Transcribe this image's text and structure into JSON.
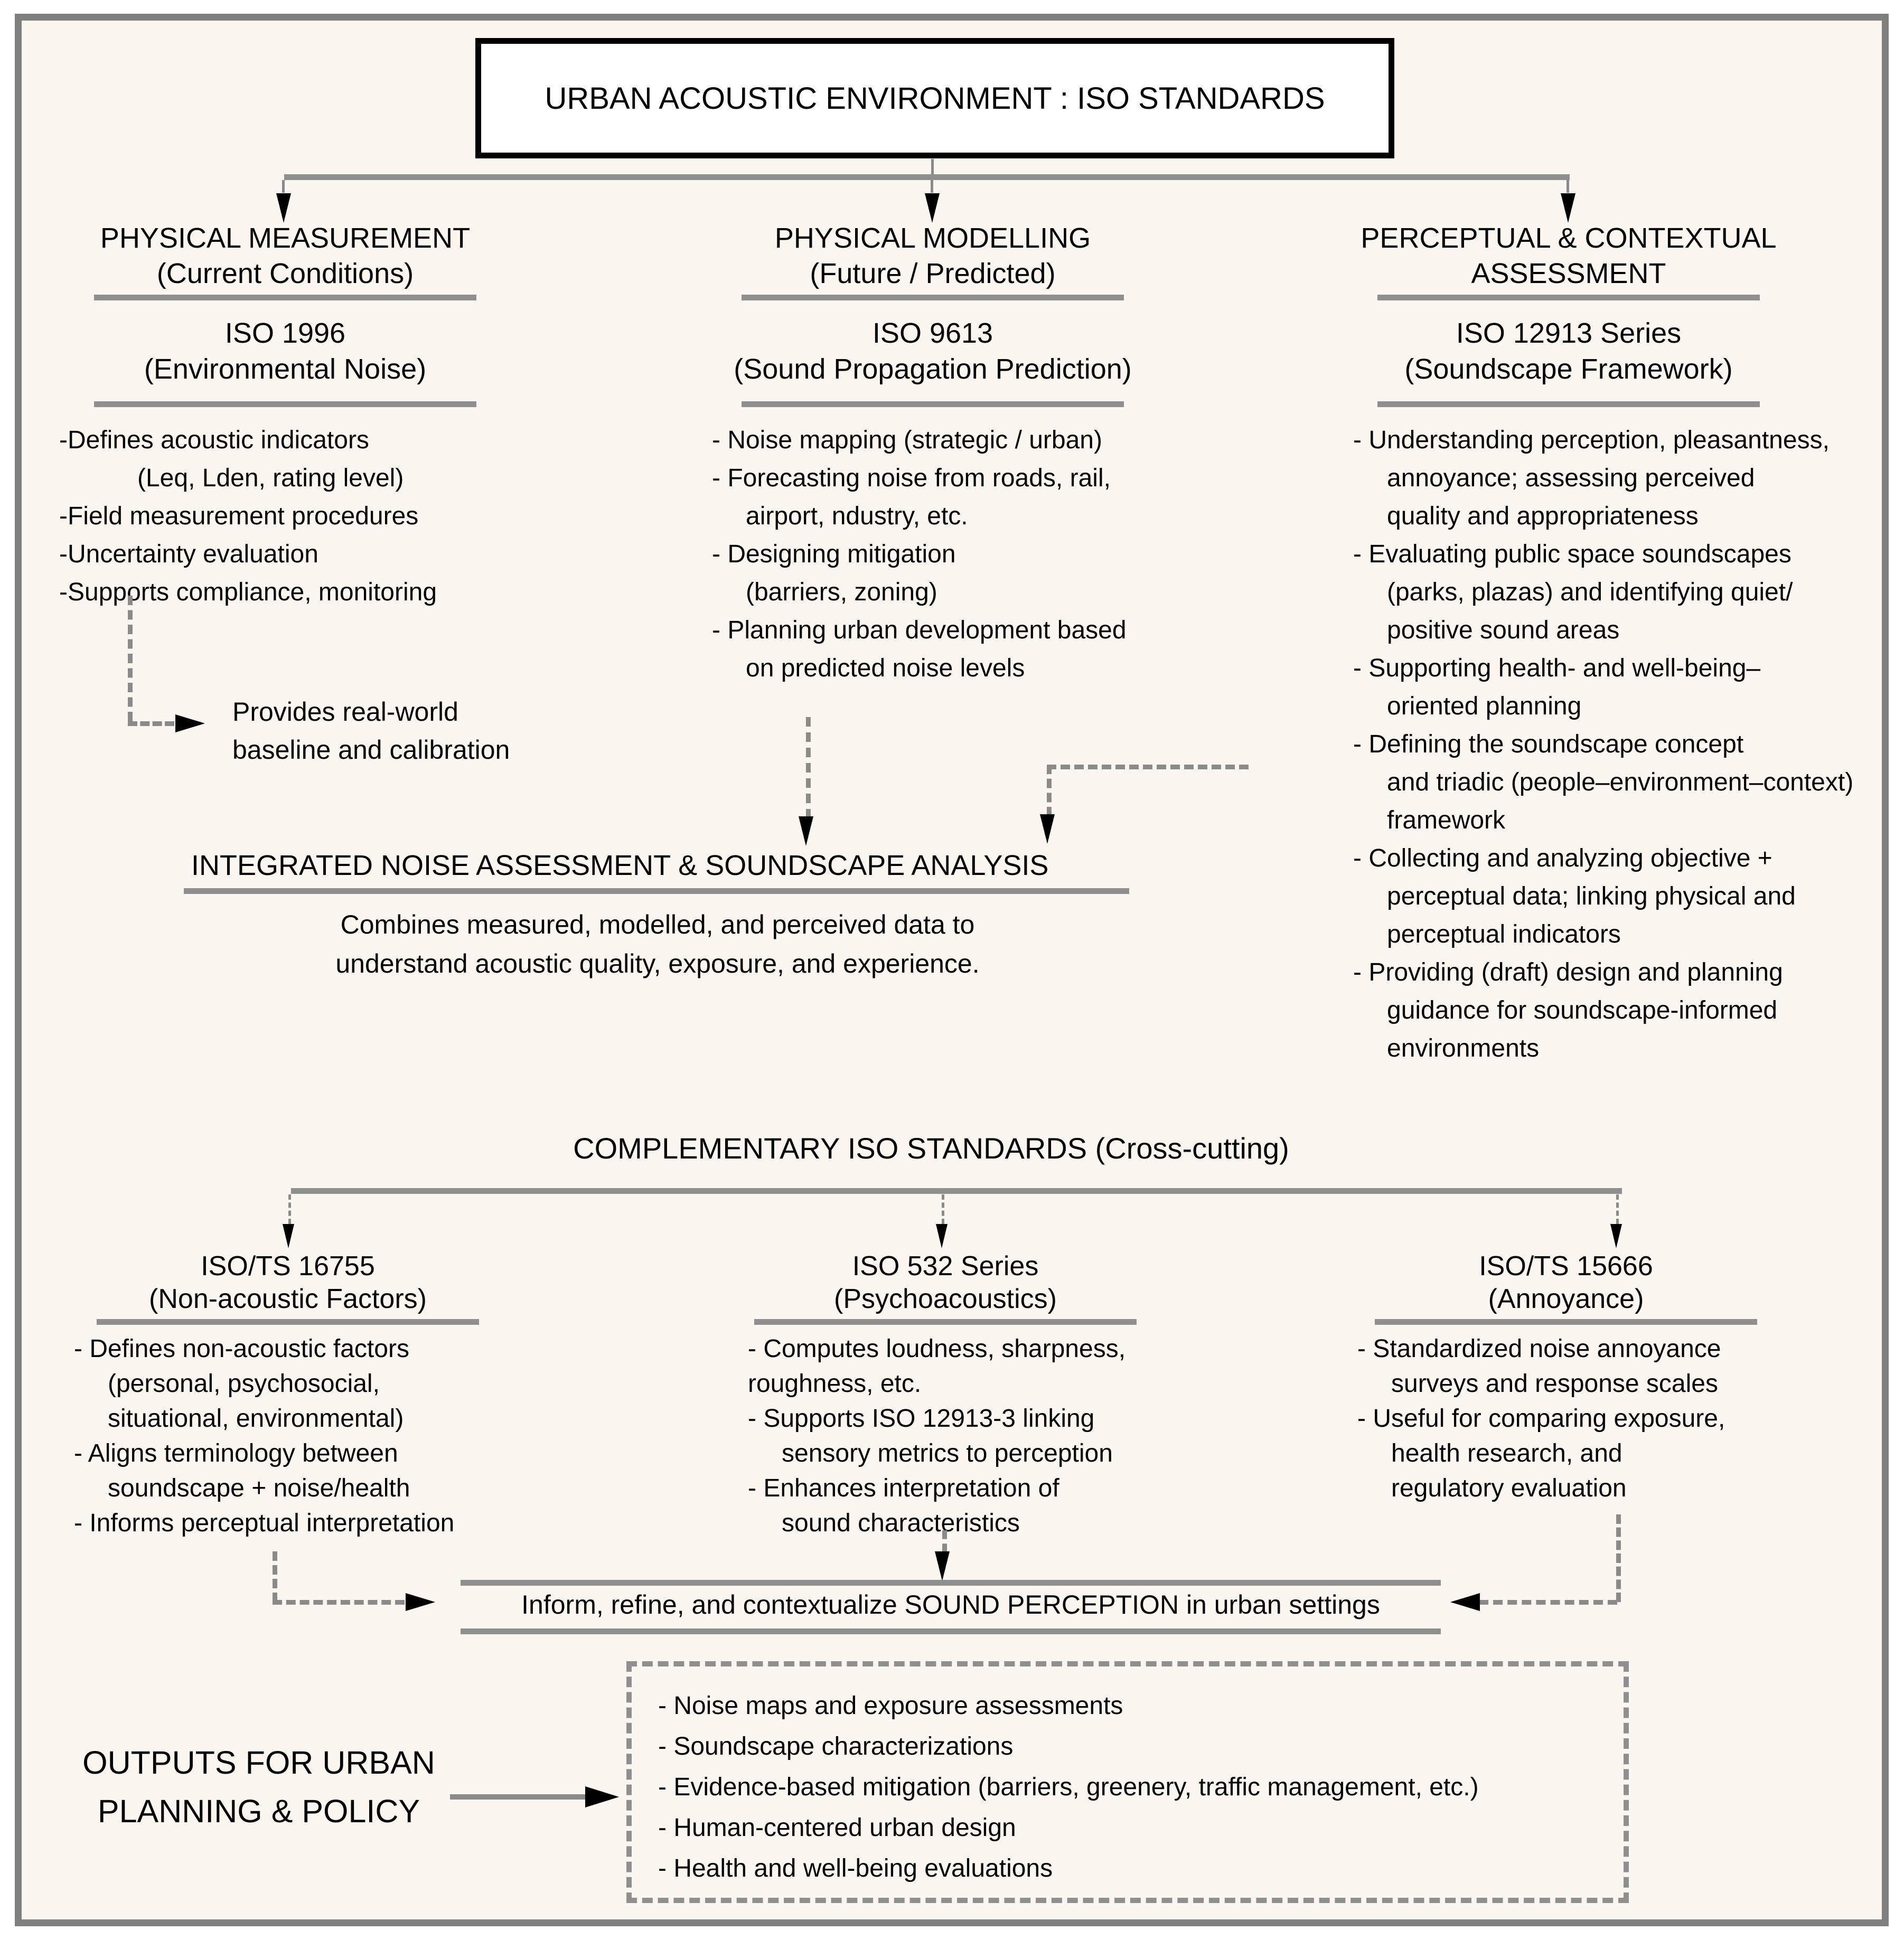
{
  "colors": {
    "background": "#fcf6f0",
    "frame": "#7f7f7f",
    "line_gray": "#8f8f8f",
    "dash_gray": "#8a8a8a",
    "arrow_black": "#000000",
    "title_box_fill": "#ffffff"
  },
  "title": "URBAN ACOUSTIC ENVIRONMENT : ISO STANDARDS",
  "top_columns": [
    {
      "heading": "PHYSICAL MEASUREMENT",
      "heading2": "(Current Conditions)",
      "standard": "ISO 1996",
      "standard_sub": "(Environmental Noise)",
      "bullets": [
        {
          "t": "-Defines acoustic indicators"
        },
        {
          "t": "(Leq, Lden, rating level)",
          "i": 2
        },
        {
          "t": "-Field measurement procedures"
        },
        {
          "t": "-Uncertainty evaluation"
        },
        {
          "t": "-Supports compliance, monitoring"
        }
      ],
      "note": [
        "Provides real-world",
        "baseline and calibration"
      ]
    },
    {
      "heading": "PHYSICAL MODELLING",
      "heading2": "(Future / Predicted)",
      "standard": "ISO 9613",
      "standard_sub": "(Sound Propagation Prediction)",
      "bullets": [
        {
          "t": "- Noise mapping (strategic / urban)"
        },
        {
          "t": "- Forecasting noise from roads, rail,"
        },
        {
          "t": "airport, ndustry, etc.",
          "i": 1
        },
        {
          "t": "- Designing mitigation"
        },
        {
          "t": "(barriers, zoning)",
          "i": 1
        },
        {
          "t": "- Planning urban development based"
        },
        {
          "t": "on predicted noise levels",
          "i": 1
        }
      ]
    },
    {
      "heading": "PERCEPTUAL & CONTEXTUAL",
      "heading2": "ASSESSMENT",
      "standard": "ISO 12913 Series",
      "standard_sub": "(Soundscape Framework)",
      "bullets": [
        {
          "t": "- Understanding perception, pleasantness,"
        },
        {
          "t": "annoyance; assessing perceived",
          "i": 1
        },
        {
          "t": "quality and appropriateness",
          "i": 1
        },
        {
          "t": "- Evaluating public space soundscapes"
        },
        {
          "t": "(parks, plazas) and identifying quiet/",
          "i": 1
        },
        {
          "t": "positive sound areas",
          "i": 1
        },
        {
          "t": "- Supporting health- and well-being–"
        },
        {
          "t": "oriented planning",
          "i": 1
        },
        {
          "t": "- Defining the soundscape concept"
        },
        {
          "t": "and triadic (people–environment–context)",
          "i": 1
        },
        {
          "t": "framework",
          "i": 1
        },
        {
          "t": "- Collecting and analyzing objective +"
        },
        {
          "t": "perceptual data; linking physical and",
          "i": 1
        },
        {
          "t": "perceptual indicators",
          "i": 1
        },
        {
          "t": "- Providing (draft) design and planning"
        },
        {
          "t": "guidance for soundscape-informed",
          "i": 1
        },
        {
          "t": "environments",
          "i": 1
        }
      ]
    }
  ],
  "integrated": {
    "heading": "INTEGRATED NOISE ASSESSMENT & SOUNDSCAPE ANALYSIS",
    "description": [
      "Combines measured, modelled, and perceived data to",
      "understand acoustic quality, exposure, and experience."
    ]
  },
  "complementary": {
    "heading": "COMPLEMENTARY ISO STANDARDS (Cross-cutting)",
    "columns": [
      {
        "standard": "ISO/TS 16755",
        "standard_sub": "(Non-acoustic Factors)",
        "bullets": [
          {
            "t": "- Defines non-acoustic factors"
          },
          {
            "t": "(personal, psychosocial,",
            "i": 1
          },
          {
            "t": "situational, environmental)",
            "i": 1
          },
          {
            "t": "- Aligns terminology between"
          },
          {
            "t": "soundscape + noise/health",
            "i": 1
          },
          {
            "t": "- Informs perceptual interpretation"
          }
        ]
      },
      {
        "standard": "ISO 532 Series",
        "standard_sub": "(Psychoacoustics)",
        "bullets": [
          {
            "t": "- Computes loudness, sharpness,"
          },
          {
            "t": "roughness, etc."
          },
          {
            "t": "- Supports ISO 12913-3 linking"
          },
          {
            "t": "sensory metrics to perception",
            "i": 1
          },
          {
            "t": "- Enhances interpretation of"
          },
          {
            "t": "sound characteristics",
            "i": 1
          }
        ]
      },
      {
        "standard": "ISO/TS 15666",
        "standard_sub": "(Annoyance)",
        "bullets": [
          {
            "t": "- Standardized noise annoyance"
          },
          {
            "t": "surveys and response scales",
            "i": 1
          },
          {
            "t": "- Useful for comparing exposure,"
          },
          {
            "t": "health research, and",
            "i": 1
          },
          {
            "t": "regulatory evaluation",
            "i": 1
          }
        ]
      }
    ]
  },
  "perception_bar": {
    "text": "Inform, refine, and contextualize SOUND PERCEPTION in urban settings"
  },
  "outputs": {
    "label": [
      "OUTPUTS FOR URBAN",
      "PLANNING & POLICY"
    ],
    "items": [
      "- Noise maps and exposure assessments",
      "- Soundscape characterizations",
      "- Evidence-based mitigation (barriers, greenery, traffic management, etc.)",
      "- Human-centered urban design",
      "- Health and well-being evaluations"
    ]
  }
}
